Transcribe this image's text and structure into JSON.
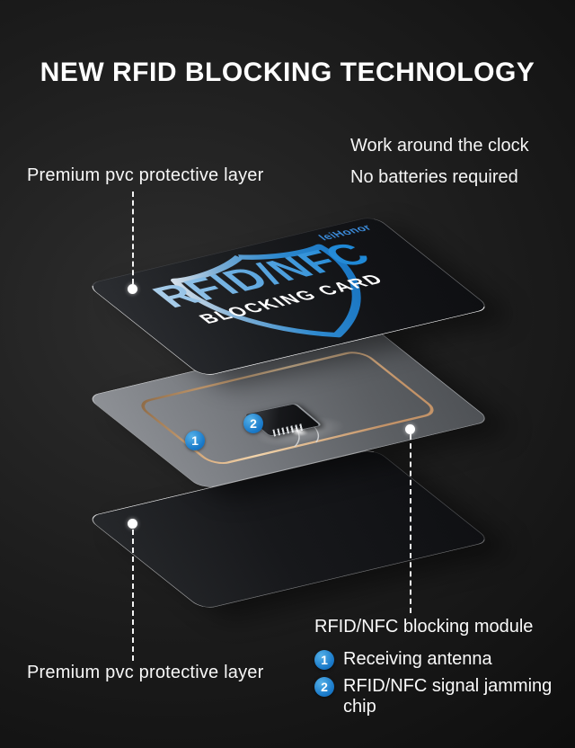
{
  "title": "NEW RFID BLOCKING TECHNOLOGY",
  "features": {
    "line1": "Work around the clock",
    "line2": "No batteries required"
  },
  "callouts": {
    "top_layer_label": "Premium pvc protective layer",
    "bottom_layer_label": "Premium pvc protective layer"
  },
  "card": {
    "brand": "leiHonor",
    "logo_title": "RFID/NFC",
    "logo_subtitle": "BLOCKING CARD"
  },
  "diagram_badges": {
    "antenna": "1",
    "chip": "2"
  },
  "legend": {
    "heading": "RFID/NFC blocking module",
    "items": [
      {
        "num": "1",
        "label": "Receiving antenna"
      },
      {
        "num": "2",
        "label": "RFID/NFC signal jamming chip"
      }
    ]
  },
  "colors": {
    "accent_blue": "#1e86d6",
    "badge_blue": "#1878c8",
    "antenna_copper": "#d9ae80",
    "background": "#0d0d0d"
  }
}
